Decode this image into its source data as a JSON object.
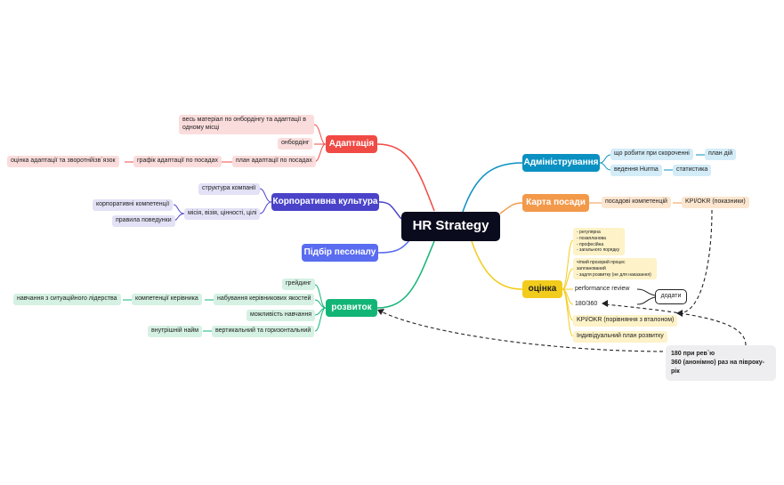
{
  "center": "HR Strategy",
  "left": {
    "adaptation": {
      "label": "Адаптація",
      "material": "весь матеріал по онбордінгу та адаптації в одному місці",
      "onboarding": "онбордінг",
      "plan": "план адаптації по посадах",
      "schedule": "графік адаптації по посадах",
      "feedback": "оцінка адаптації та зворотнйізв`язок"
    },
    "culture": {
      "label": "Корпоративна культура",
      "structure": "структура компанії",
      "mission": "місія, візія, цінності, цілі",
      "competencies": "корпоративні компетенції",
      "rules": "правила поведунки"
    },
    "recruiting": {
      "label": "Підбір песоналу"
    },
    "development": {
      "label": "розвиток",
      "grading": "грейдинг",
      "mgmt_skills": "набування керівникових якостей",
      "mgmt_competencies": "компетенції керівника",
      "situational": "навчання з ситуаційного лідерства",
      "learning": "можливість навчання",
      "vertical": "вертикальний та горизонтальний",
      "internal_hire": "внутрішній найм"
    }
  },
  "right": {
    "admin": {
      "label": "Адміністрування",
      "reduction": "що робити при скороченні",
      "action_plan": "план дій",
      "hurma": "ведення Hurma",
      "stats": "статистика"
    },
    "position_map": {
      "label": "Карта посади",
      "position_comp": "посадові компетенцій",
      "kpi": "KPI/OKR (показники)"
    },
    "evaluation": {
      "label": "оцінка",
      "tags": [
        "- регулярна",
        "- позапланова",
        "- професійна",
        "- загального порядку"
      ],
      "process": [
        "чіткий прозорий процес",
        "запланований",
        "- задля розвитку (не для наказання)"
      ],
      "performance": "performance review",
      "add": "додати",
      "r180": "180/360",
      "kpi_compare": "KPI/OKR (порівняння з вталоном)",
      "ipr": "Індивідуальний план розвитку"
    },
    "note": {
      "line1": "180 при рев`ю",
      "line2": "360 (анонімно) раз на півроку-рік"
    }
  },
  "colors": {
    "center": "#0b0b1e",
    "red": "#f04a45",
    "purple": "#4a43c9",
    "blue_main": "#5a6cf0",
    "green": "#13b576",
    "cyan": "#0a91c2",
    "orange": "#f3994a",
    "yellow": "#f2cc1c"
  }
}
